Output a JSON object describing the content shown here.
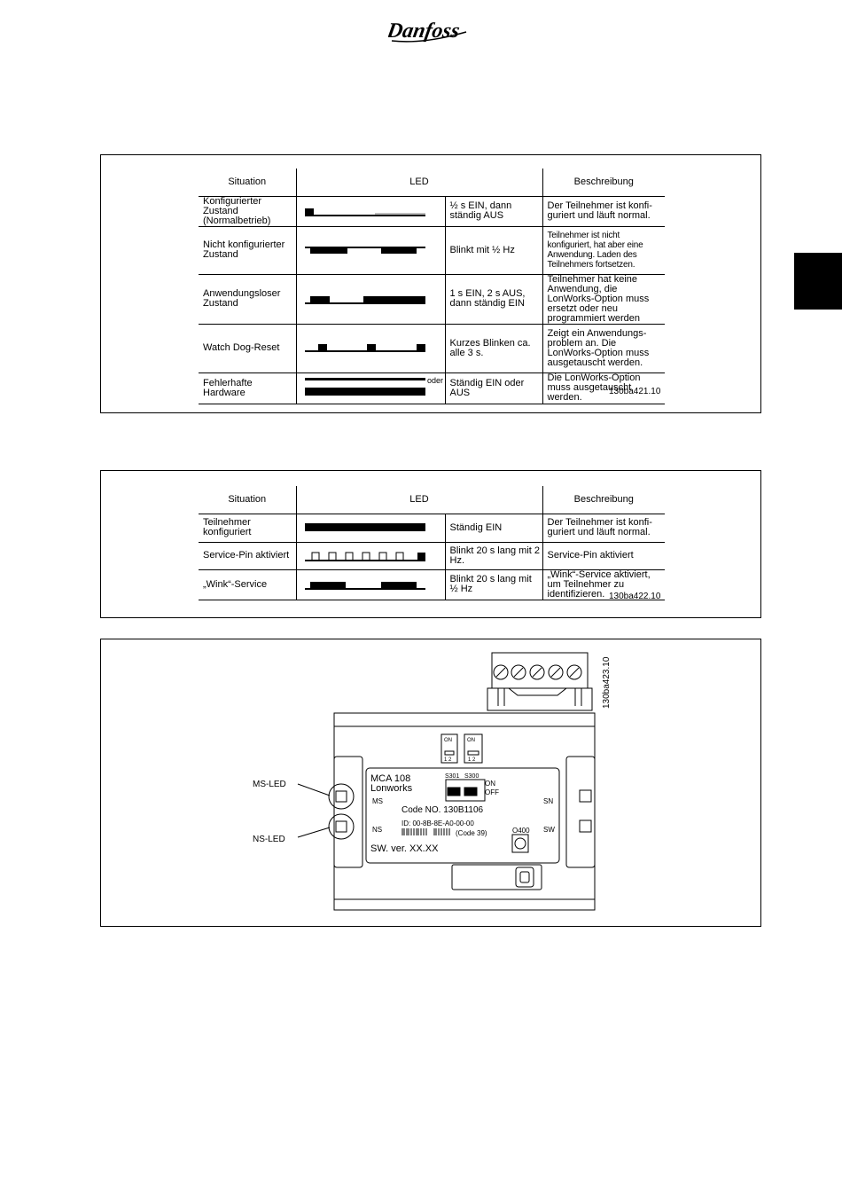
{
  "header": {
    "logo_text": "Danfoss"
  },
  "table1": {
    "headers": {
      "situation": "Situation",
      "led": "LED",
      "description": "Beschreibung"
    },
    "rows": [
      {
        "situation": "Konfigurierter Zustand (Normalbetrieb)",
        "led": "½ s EIN, dann ständig AUS",
        "description": "Der Teilnehmer ist konfi-guriert und läuft normal."
      },
      {
        "situation": "Nicht konfigurierter Zustand",
        "led": "Blinkt mit ½ Hz",
        "description": "Teilnehmer ist nicht konfiguriert, hat aber eine Anwendung. Laden des Teilnehmers fortsetzen."
      },
      {
        "situation": "Anwendungsloser Zustand",
        "led": "1 s EIN, 2 s AUS, dann ständig EIN",
        "description": "Teilnehmer hat keine Anwendung, die LonWorks-Option muss ersetzt oder neu programmiert werden"
      },
      {
        "situation": "Watch Dog-Reset",
        "led": "Kurzes Blinken ca. alle 3 s.",
        "description": "Zeigt ein Anwendungs-problem an. Die LonWorks-Option muss ausgetauscht werden."
      },
      {
        "situation": "Fehlerhafte Hardware",
        "led": "Ständig EIN oder AUS",
        "description": "Die LonWorks-Option muss ausgetauscht werden."
      }
    ],
    "oder_label": "oder",
    "figure_code": "130ba421.10"
  },
  "table2": {
    "headers": {
      "situation": "Situation",
      "led": "LED",
      "description": "Beschreibung"
    },
    "rows": [
      {
        "situation": "Teilnehmer konfiguriert",
        "led": "Ständig EIN",
        "description": "Der Teilnehmer ist konfi-guriert und läuft normal."
      },
      {
        "situation": "Service-Pin aktiviert",
        "led": "Blinkt 20 s lang mit 2 Hz.",
        "description": "Service-Pin aktiviert"
      },
      {
        "situation": "„Wink“-Service",
        "led": "Blinkt 20 s lang mit ½ Hz",
        "description": "„Wink“-Service aktiviert, um Teilnehmer zu identifizieren."
      }
    ],
    "figure_code": "130ba422.10"
  },
  "device": {
    "figure_code": "130ba423.10",
    "ms_led_label": "MS-LED",
    "ns_led_label": "NS-LED",
    "model": "MCA 108",
    "name": "Lonworks",
    "ms": "MS",
    "ns": "NS",
    "code_no": "Code NO. 130B1106",
    "id": "ID: 00-8B-8E-A0-00-00",
    "barcode_note": "(Code 39)",
    "sw_ver": "SW. ver.  XX.XX",
    "s301": "S301",
    "s300": "S300",
    "on": "ON",
    "off": "OFF",
    "dip_on": "ON",
    "dip_12": "1 2",
    "o400": "O400",
    "sn": "SN",
    "sw": "SW"
  }
}
